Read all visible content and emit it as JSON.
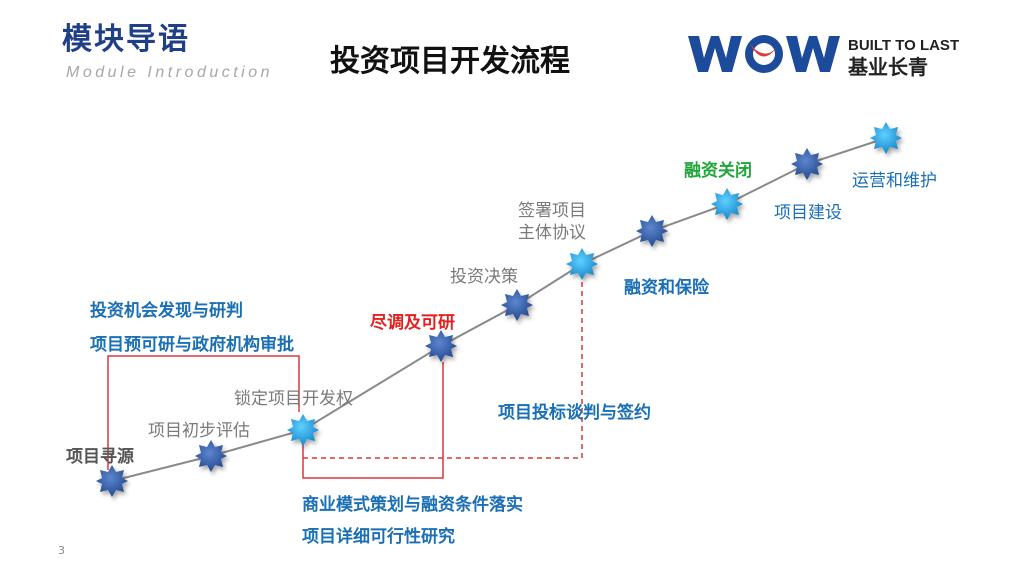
{
  "header": {
    "module_title": "模块导语",
    "module_subtitle": "Module Introduction",
    "page_title": "投资项目开发流程"
  },
  "logo": {
    "brand": "WOW",
    "tagline_en": "BUILT TO LAST",
    "tagline_cn": "基业长青"
  },
  "stages": {
    "s1": "项目寻源",
    "s2": "项目初步评估",
    "s3": "锁定项目开发权",
    "s4": "尽调及可研",
    "s5": "投资决策",
    "s6_line1": "签署项目",
    "s6_line2": "主体协议",
    "s7": "融资和保险",
    "s8": "融资关闭",
    "s9": "项目建设",
    "s10": "运营和维护"
  },
  "notes": {
    "n1_line1": "投资机会发现与研判",
    "n1_line2": "项目预可研与政府机构审批",
    "n2_line1": "商业模式策划与融资条件落实",
    "n2_line2": "项目详细可行性研究",
    "n3": "项目投标谈判与签约"
  },
  "colors": {
    "dark_star": "#2f59a6",
    "light_star": "#1e9ad6",
    "title_blue": "#1f3f86",
    "bracket_red": "#d9393b"
  },
  "footer": {
    "page_number": "3"
  }
}
